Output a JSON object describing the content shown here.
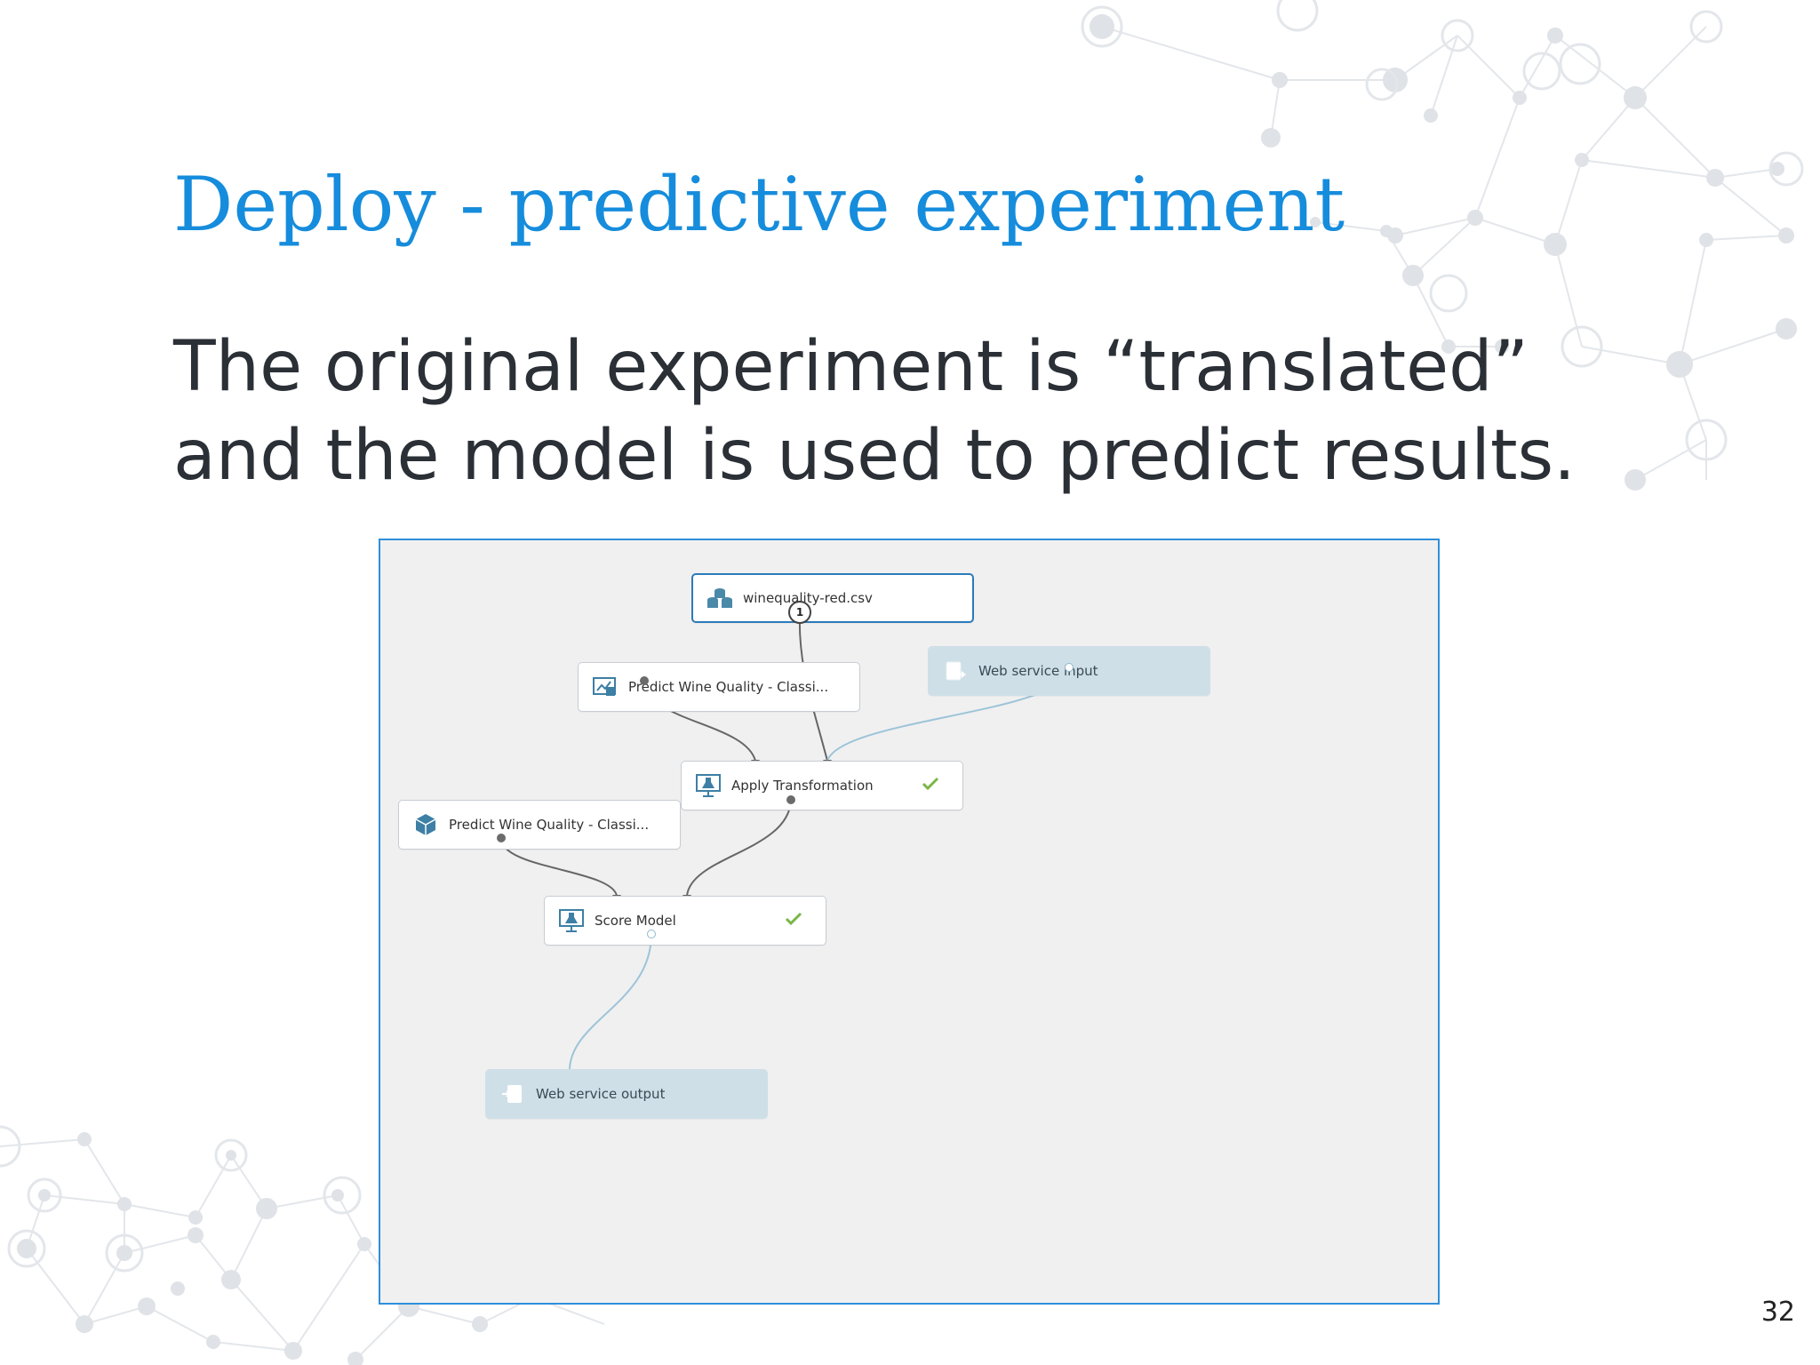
{
  "slide": {
    "title": "Deploy - predictive experiment",
    "body": "The original experiment is “translated” and the model is used to predict results.",
    "page_number": "32"
  },
  "colors": {
    "title": "#168cdc",
    "body": "#2b2f36",
    "canvas_border": "#2e8fdb",
    "canvas_bg": "#f0f0f1",
    "webservice_bg": "#cfdfe7",
    "check": "#7ab648",
    "network": "#dfe2e6"
  },
  "experiment": {
    "modules": {
      "dataset": {
        "label": "winequality-red.csv",
        "icon": "dataset-icon",
        "port_label": "1"
      },
      "transform": {
        "label": "Predict Wine Quality - Classi...",
        "icon": "transformation-icon"
      },
      "web_input": {
        "label": "Web service input",
        "icon": "web-service-input-icon"
      },
      "apply_transformation": {
        "label": "Apply Transformation",
        "icon": "module-icon",
        "status": "check-icon"
      },
      "trained_model": {
        "label": "Predict Wine Quality - Classi...",
        "icon": "trained-model-icon"
      },
      "score_model": {
        "label": "Score Model",
        "icon": "module-icon",
        "status": "check-icon"
      },
      "web_output": {
        "label": "Web service output",
        "icon": "web-service-output-icon"
      }
    }
  }
}
